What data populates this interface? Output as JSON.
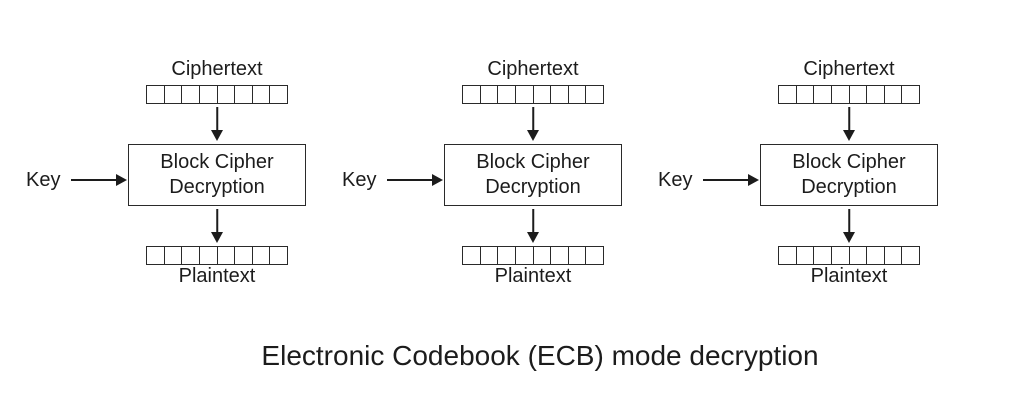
{
  "diagram": {
    "title": "Electronic Codebook (ECB) mode decryption",
    "line_color": "#1c1c1c",
    "background_color": "#ffffff",
    "blocks": [
      {
        "top_label": "Ciphertext",
        "key_label": "Key",
        "box_label_line1": "Block Cipher",
        "box_label_line2": "Decryption",
        "bottom_label": "Plaintext",
        "cells": 8
      },
      {
        "top_label": "Ciphertext",
        "key_label": "Key",
        "box_label_line1": "Block Cipher",
        "box_label_line2": "Decryption",
        "bottom_label": "Plaintext",
        "cells": 8
      },
      {
        "top_label": "Ciphertext",
        "key_label": "Key",
        "box_label_line1": "Block Cipher",
        "box_label_line2": "Decryption",
        "bottom_label": "Plaintext",
        "cells": 8
      }
    ]
  }
}
